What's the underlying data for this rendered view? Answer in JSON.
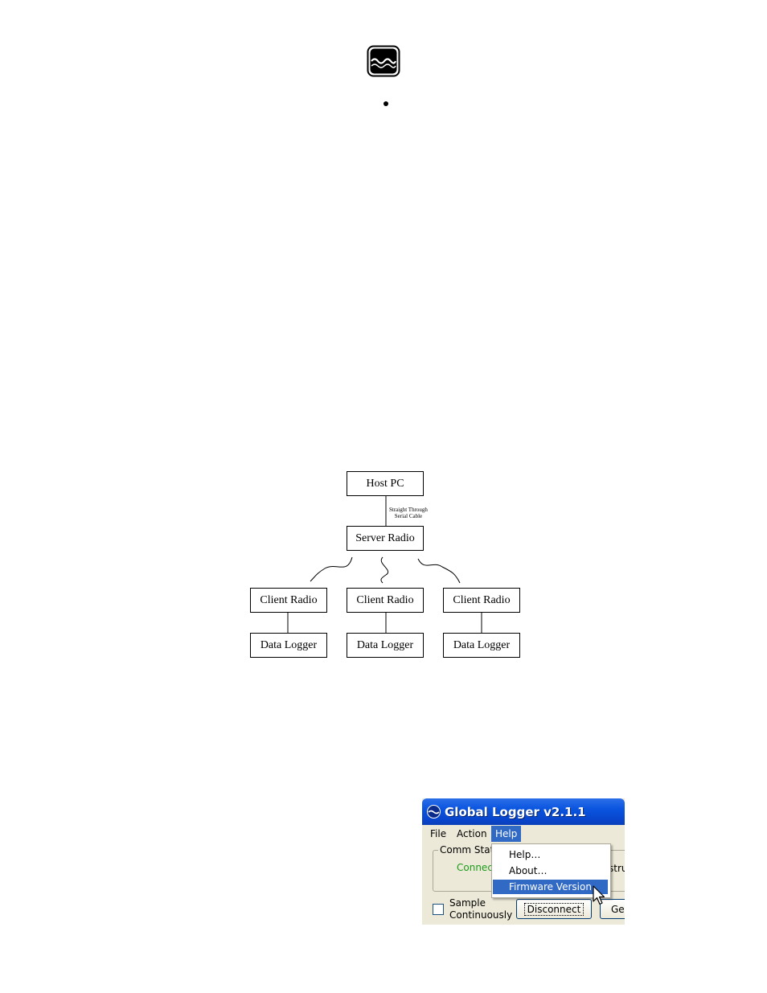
{
  "header": {
    "logo_icon": "water-waves-logo-icon"
  },
  "bullet_list": {
    "icon": "bullet-icon"
  },
  "diagram": {
    "host_pc": "Host PC",
    "cable_label_line1": "Straight Through",
    "cable_label_line2": "Serial Cable",
    "server_radio": "Server Radio",
    "client_radios": [
      "Client Radio",
      "Client Radio",
      "Client Radio"
    ],
    "data_loggers": [
      "Data Logger",
      "Data Logger",
      "Data Logger"
    ]
  },
  "screenshot": {
    "title": "Global Logger v2.1.1",
    "app_icon": "globe-logo-icon",
    "menu": [
      "File",
      "Action",
      "Help"
    ],
    "group_label": "Comm Stat",
    "connection_status": "Connec",
    "instrument_partial": "stru",
    "help_menu_items": [
      "Help…",
      "About…",
      "Firmware Version"
    ],
    "sample_label_line1": "Sample",
    "sample_label_line2": "Continuously",
    "disconnect_button": "Disconnect",
    "get_button": "Ge",
    "cursor_icon": "arrow-cursor-icon"
  }
}
